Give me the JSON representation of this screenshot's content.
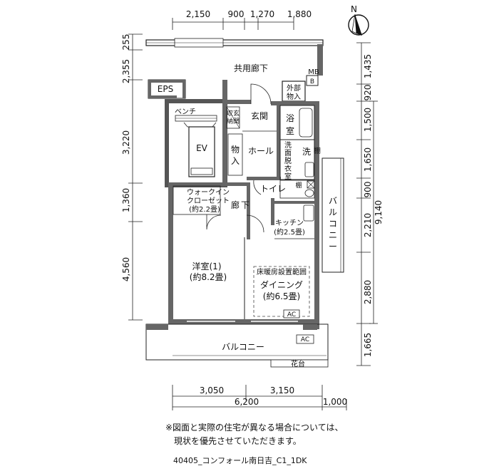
{
  "dimensions": {
    "top": [
      "2,150",
      "900",
      "1,270",
      "1,880"
    ],
    "left": [
      "255",
      "2,355",
      "3,220",
      "1,360",
      "4,560"
    ],
    "right": [
      "1,435",
      "920",
      "1,500",
      "1,650",
      "900",
      "2,210",
      "2,880",
      "1,665"
    ],
    "right_total": "9,140",
    "bottom_parts": [
      "3,050",
      "3,150"
    ],
    "bottom_total": "6,200",
    "bottom_extra": "1,000"
  },
  "rooms": {
    "corridor": "共用廊下",
    "mb": "MB",
    "mb_b": "B",
    "eps": "EPS",
    "bench": "ベンチ",
    "ev": "EV",
    "ext_storage_1": "外部",
    "ext_storage_2": "物入",
    "shoe_1": "収玄",
    "shoe_2": "納関",
    "entrance": "玄関",
    "bath_1": "浴",
    "bath_2": "室",
    "storage_1": "物",
    "storage_2": "入",
    "hall": "ホール",
    "washroom": [
      "洗",
      "面",
      "脱",
      "衣",
      "室"
    ],
    "washer": "洗",
    "shelf": "棚",
    "shelf2": "棚",
    "toilet": "トイレ",
    "wic_1": "ウォークイン",
    "wic_2": "クローゼット",
    "wic_3": "(約2.2畳)",
    "hallway_1": "廊",
    "hallway_2": "下",
    "kitchen_1": "キッチン",
    "kitchen_2": "(約2.5畳)",
    "balcony_side": [
      "バ",
      "ル",
      "コ",
      "ニ",
      "ー"
    ],
    "western_1": "洋室(1)",
    "western_2": "(約8.2畳)",
    "floor_heating": "床暖房設置範囲",
    "dining_1": "ダイニング",
    "dining_2": "(約6.5畳)",
    "ac_1": "AC",
    "ac_2": "AC",
    "balcony_bottom": "バルコニー",
    "planter": "花台"
  },
  "compass": "N",
  "note": [
    "※図面と実際の住宅が異なる場合については、",
    "　現状を優先させていただきます。"
  ],
  "caption": "40405_コンフォール南日吉_C1_1DK"
}
